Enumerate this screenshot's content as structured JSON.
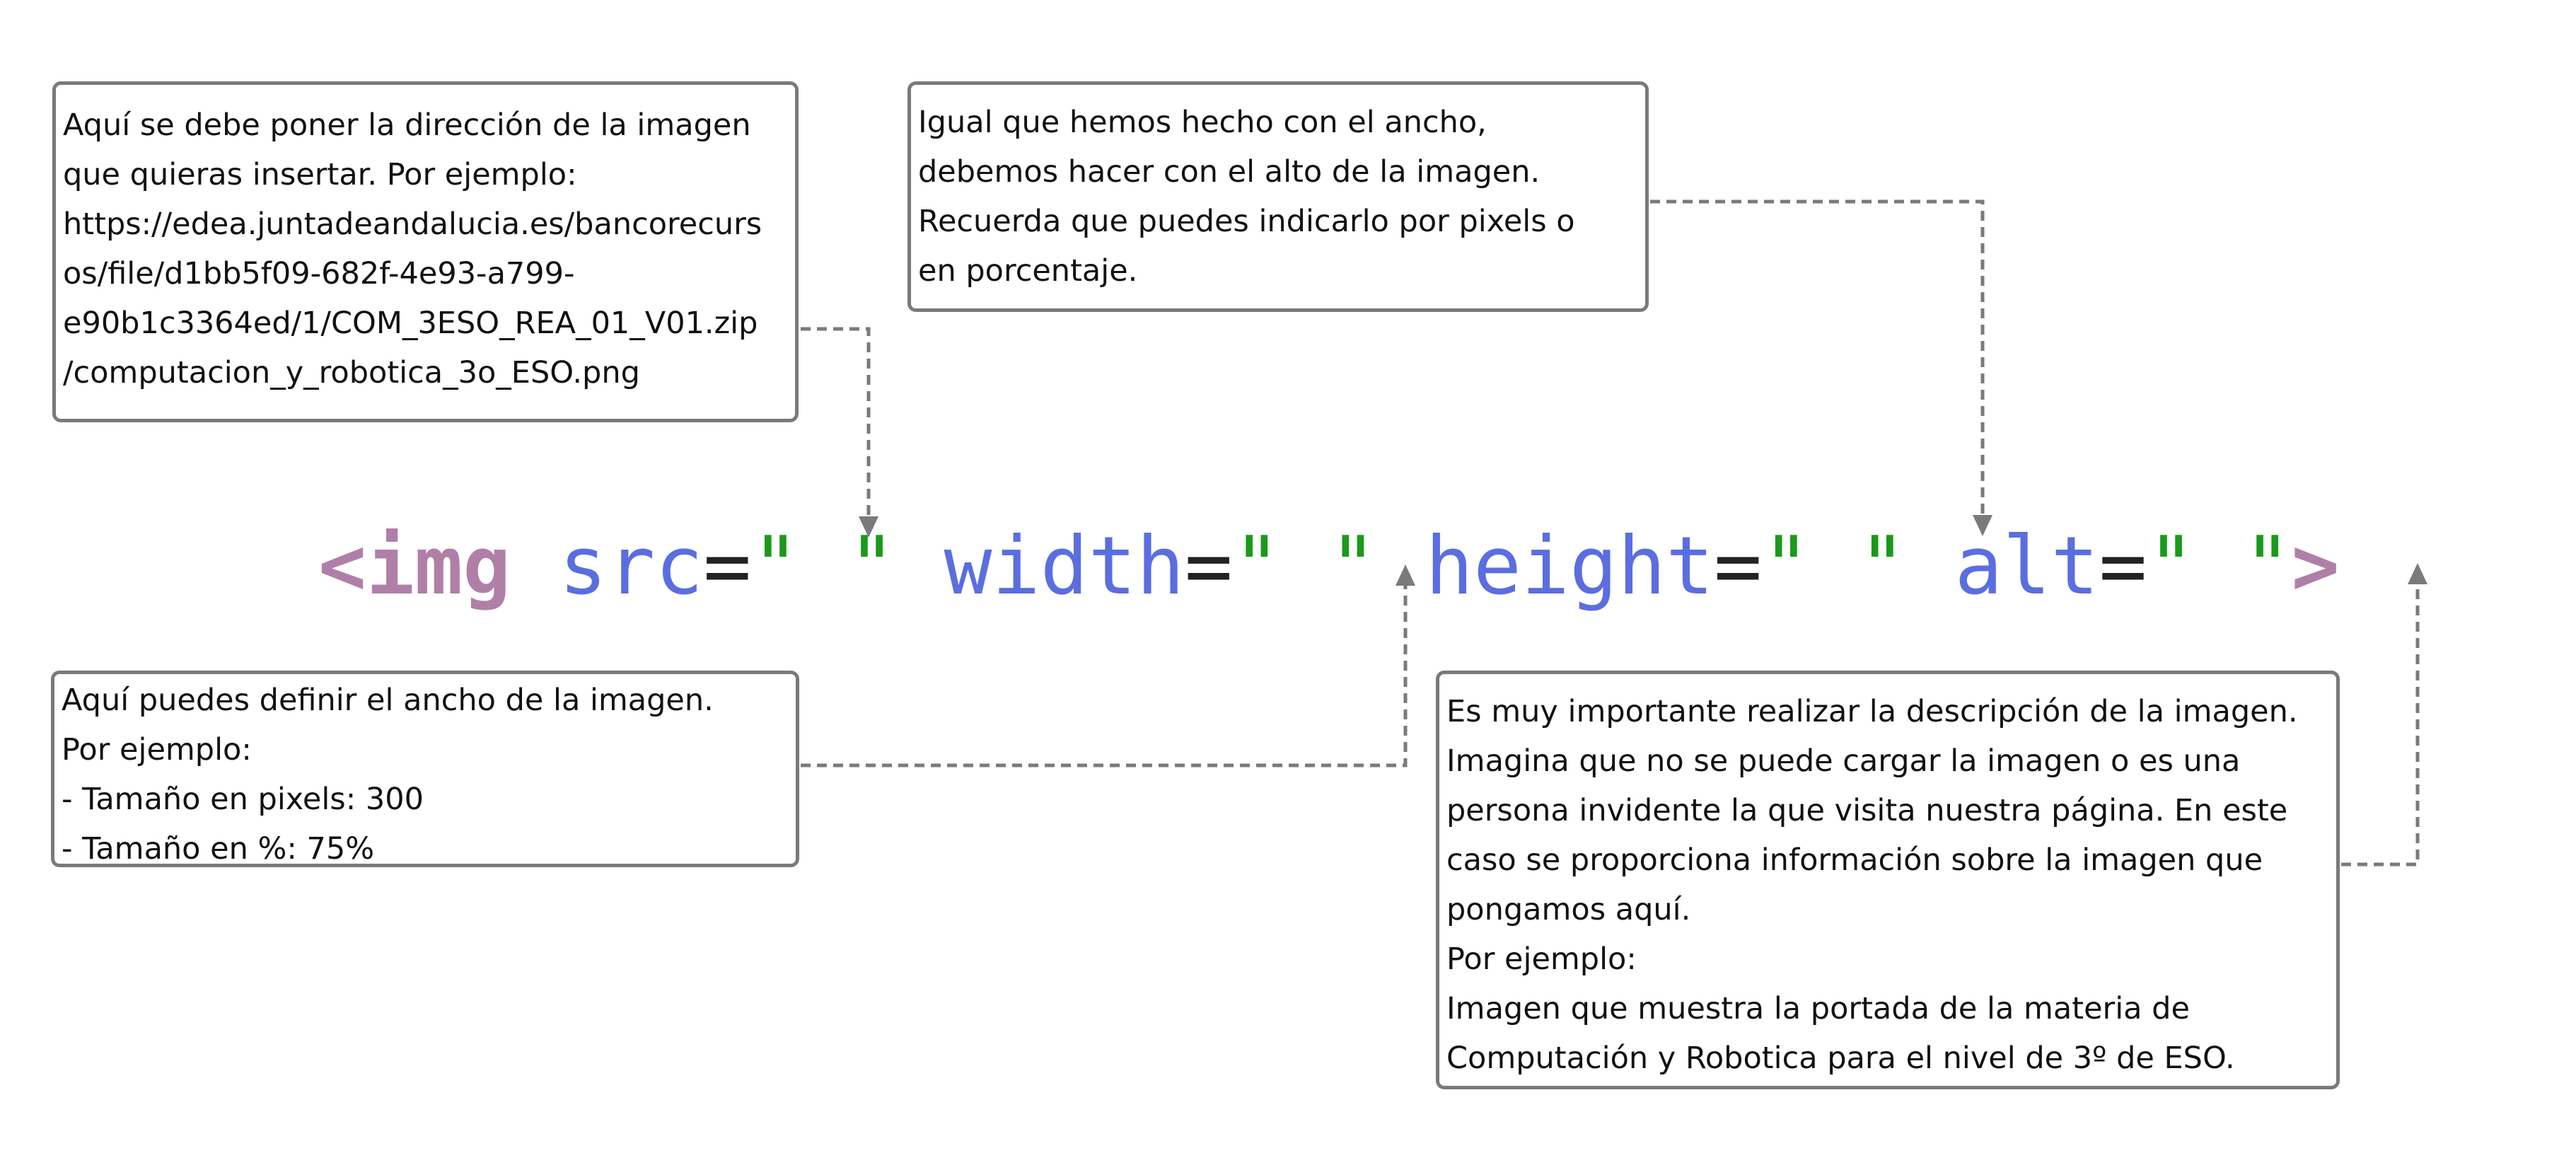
{
  "code": {
    "tag_open": "<img",
    "src_attr": "src",
    "width_attr": "width",
    "height_attr": "height",
    "alt_attr": "alt",
    "equals": "=",
    "quote": "\"",
    "tag_close": ">"
  },
  "callouts": {
    "src": {
      "lines": [
        "Aquí se debe poner la dirección de la imagen",
        "que quieras insertar. Por ejemplo:",
        "https://edea.juntadeandalucia.es/bancorecurs",
        "os/file/d1bb5f09-682f-4e93-a799-",
        "e90b1c3364ed/1/COM_3ESO_REA_01_V01.zip",
        "/computacion_y_robotica_3o_ESO.png"
      ]
    },
    "height": {
      "lines": [
        "Igual que hemos hecho con el ancho,",
        "debemos hacer con el alto de la imagen.",
        "Recuerda que puedes indicarlo por pixels o",
        "en porcentaje."
      ]
    },
    "width": {
      "lines": [
        "Aquí puedes definir el ancho de la imagen.",
        "Por ejemplo:",
        "- Tamaño en pixels: 300",
        "- Tamaño en %: 75%"
      ]
    },
    "alt": {
      "lines": [
        "Es muy importante realizar la descripción de la imagen.",
        "Imagina que no se puede cargar la imagen o es una",
        "persona invidente la que visita nuestra página. En este",
        "caso se proporciona información sobre la imagen que",
        "pongamos aquí.",
        "Por ejemplo:",
        "Imagen que muestra la portada de la materia de",
        "Computación y Robotica para el nivel de 3º de ESO."
      ]
    }
  }
}
